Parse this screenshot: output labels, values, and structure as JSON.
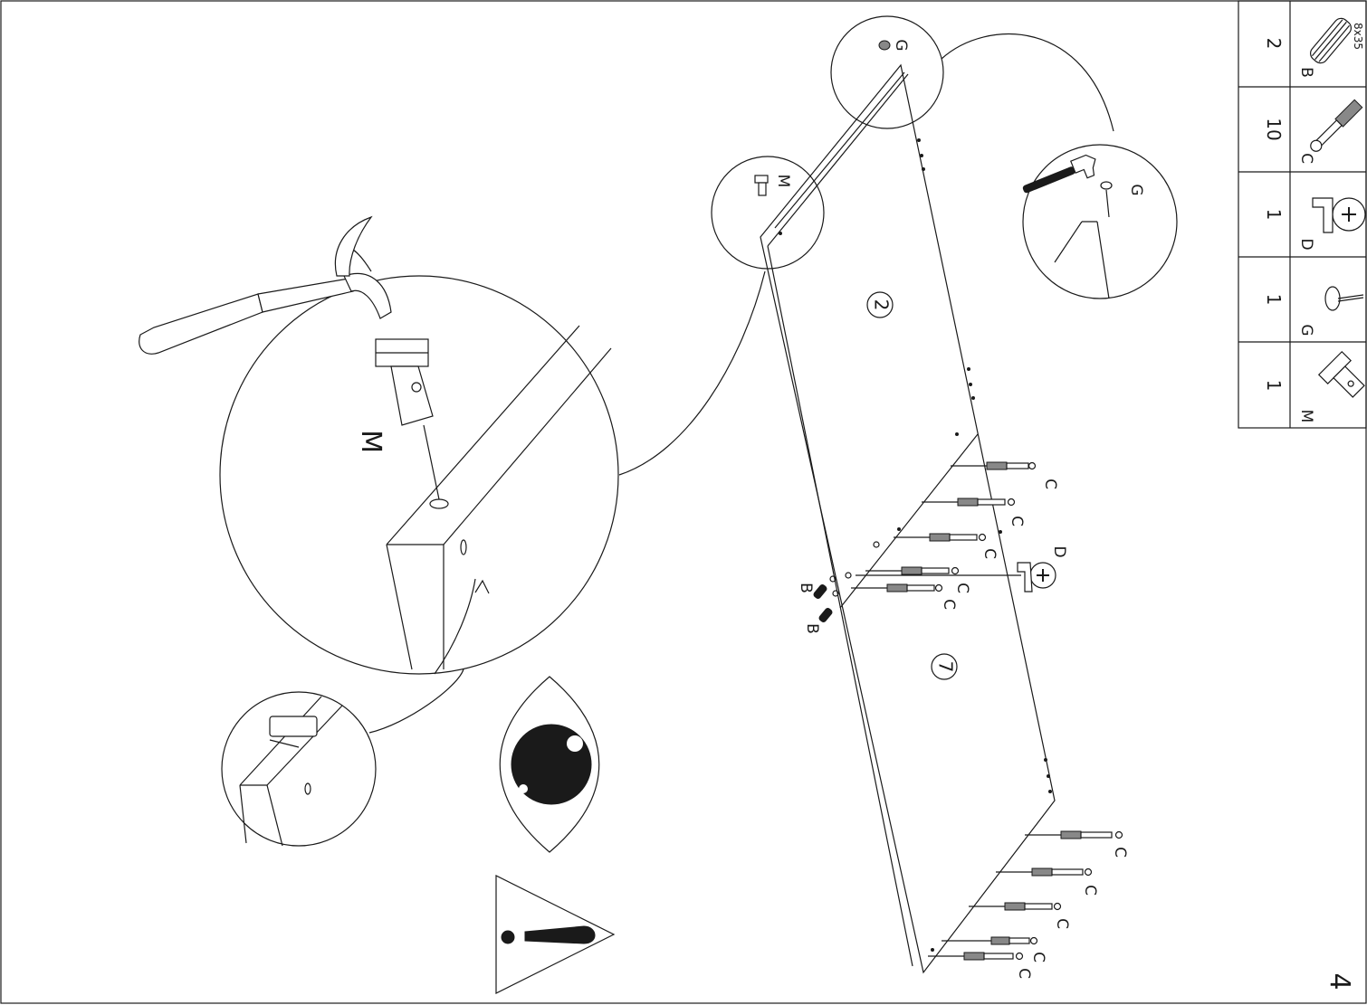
{
  "page_number": "4",
  "panel_numbers": {
    "upper": "2",
    "lower": "7"
  },
  "labels": {
    "cam_lock": "D",
    "cam_dowel": "C",
    "wood_dowel": "B",
    "pad": "G",
    "mount": "M",
    "screw_size": "8x35"
  },
  "parts_table": [
    {
      "letter": "B",
      "qty": "2",
      "icon": "wood-dowel-icon"
    },
    {
      "letter": "C",
      "qty": "10",
      "icon": "cam-dowel-icon"
    },
    {
      "letter": "D",
      "qty": "1",
      "icon": "cam-lock-icon"
    },
    {
      "letter": "G",
      "qty": "1",
      "icon": "nail-glide-icon"
    },
    {
      "letter": "M",
      "qty": "1",
      "icon": "mount-bracket-icon"
    }
  ],
  "icons": [
    "hammer-icon",
    "eye-icon",
    "warning-icon",
    "zoom-circle-icon"
  ],
  "colors": {
    "line": "#1a1a1a",
    "background": "#ffffff"
  }
}
